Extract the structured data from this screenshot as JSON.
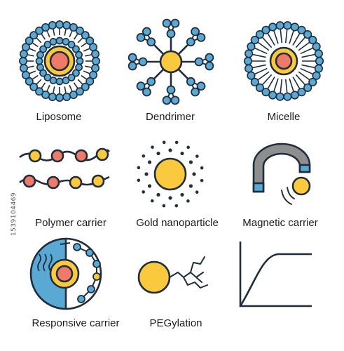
{
  "colors": {
    "outline": "#1f2d3d",
    "blue": "#5aa8d4",
    "yellow": "#fbc93d",
    "coral": "#ee7a6a",
    "gray": "#8e8e8e",
    "dark_dot": "#22303c"
  },
  "icons": [
    {
      "name": "liposome-icon",
      "label": "Liposome"
    },
    {
      "name": "dendrimer-icon",
      "label": "Dendrimer"
    },
    {
      "name": "micelle-icon",
      "label": "Micelle"
    },
    {
      "name": "polymer-carrier-icon",
      "label": "Polymer carrier"
    },
    {
      "name": "gold-nanoparticle-icon",
      "label": "Gold nanoparticle"
    },
    {
      "name": "magnetic-carrier-icon",
      "label": "Magnetic carrier"
    },
    {
      "name": "responsive-carrier-icon",
      "label": "Responsive carrier"
    },
    {
      "name": "pegylation-icon",
      "label": "PEGylation"
    },
    {
      "name": "release-curve-icon",
      "label": ""
    }
  ],
  "side_id": "1539104469"
}
